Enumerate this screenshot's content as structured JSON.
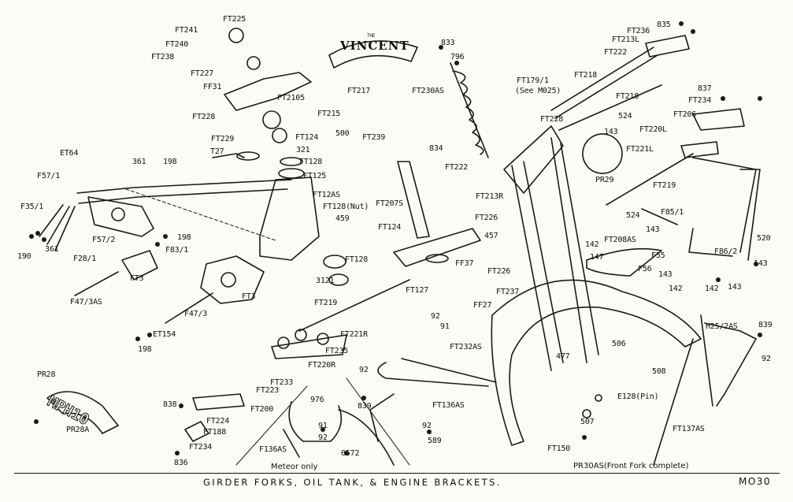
{
  "logo": {
    "small_text": "THE",
    "name": "VINCENT"
  },
  "plate": {
    "text": "MPH10"
  },
  "title": "GIRDER FORKS, OIL TANK, & ENGINE BRACKETS.",
  "page_code": "MO30",
  "notes": {
    "front_fork_complete": "PR30AS(Front Fork complete)",
    "meteor_only": "Meteor only",
    "ft128_nut": "FT128(Nut)",
    "e128_pin": "E128(Pin)",
    "ft179_see": "(See M025)"
  },
  "labels": [
    "FT225",
    "FT241",
    "FT240",
    "FT238",
    "FT227",
    "FF31",
    "FT228",
    "FT2105",
    "FT217",
    "FT215",
    "FT229",
    "500",
    "ET64",
    "361",
    "198",
    "T27",
    "FT124",
    "321",
    "FT128",
    "FT125",
    "F57/1",
    "F35/1",
    "FT12AS",
    "459",
    "190",
    "361",
    "F57/2",
    "198",
    "F83/1",
    "F28/1",
    "FT3",
    "FT3",
    "F47/3AS",
    "F47/3",
    "ET154",
    "198",
    "FT128",
    "3121",
    "FT219",
    "FT221R",
    "FT235",
    "FT220R",
    "PR28",
    "PR28A",
    "838",
    "FT223",
    "FT224",
    "FT188",
    "FT234",
    "836",
    "FT233",
    "FT200",
    "976",
    "839",
    "91",
    "92",
    "F136AS",
    "0572",
    "92",
    "FT136AS",
    "92",
    "589",
    "833",
    "796",
    "FT230AS",
    "FT239",
    "834",
    "FT222",
    "FT213R",
    "FT207S",
    "FT226",
    "FT124",
    "457",
    "FF37",
    "FT127",
    "FF27",
    "92",
    "91",
    "FT232AS",
    "FT179/1",
    "FT226",
    "FT237",
    "477",
    "506",
    "FT150",
    "FT236",
    "835",
    "FT213L",
    "FT222",
    "FT218",
    "FT218",
    "FT228",
    "524",
    "143",
    "FT206",
    "FT234",
    "837",
    "FT220L",
    "FT221L",
    "PR29",
    "FT219",
    "F85/1",
    "524",
    "143",
    "FT208AS",
    "142",
    "147",
    "F55",
    "F56",
    "143",
    "142",
    "142",
    "143",
    "F86/2",
    "520",
    "143",
    "H25/2AS",
    "839",
    "92",
    "508",
    "507",
    "FT137AS"
  ]
}
